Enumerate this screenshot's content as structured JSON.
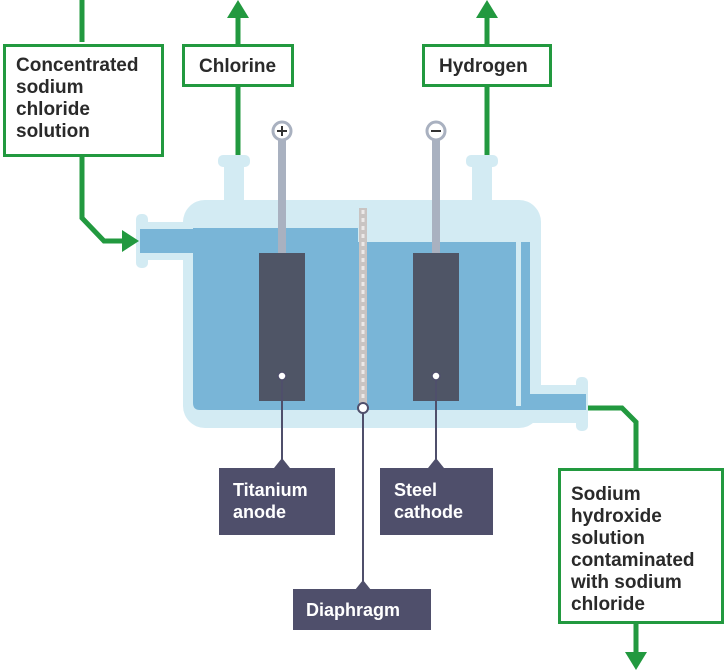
{
  "diagram": {
    "title": "Electrolysis of concentrated sodium chloride solution (diaphragm cell)",
    "inputs": [
      {
        "label": "Concentrated\nsodium\nchloride\nsolution"
      }
    ],
    "outputs": [
      {
        "label": "Chlorine"
      },
      {
        "label": "Hydrogen"
      },
      {
        "label": "Sodium\nhydroxide\nsolution\ncontaminated\nwith sodium\nchloride"
      }
    ],
    "electrodes": {
      "anode": {
        "sign": "+",
        "label": "Titanium\nanode"
      },
      "cathode": {
        "sign": "−",
        "label": "Steel\ncathode"
      }
    },
    "diaphragm": {
      "label": "Diaphragm"
    },
    "colors": {
      "flow_arrow": "#22993f",
      "glass": "#d3ebf3",
      "solution": "#79b5d7",
      "electrode": "#4f5566",
      "label_dark": "#4f4f6b",
      "rod": "#a9b1c0"
    }
  }
}
